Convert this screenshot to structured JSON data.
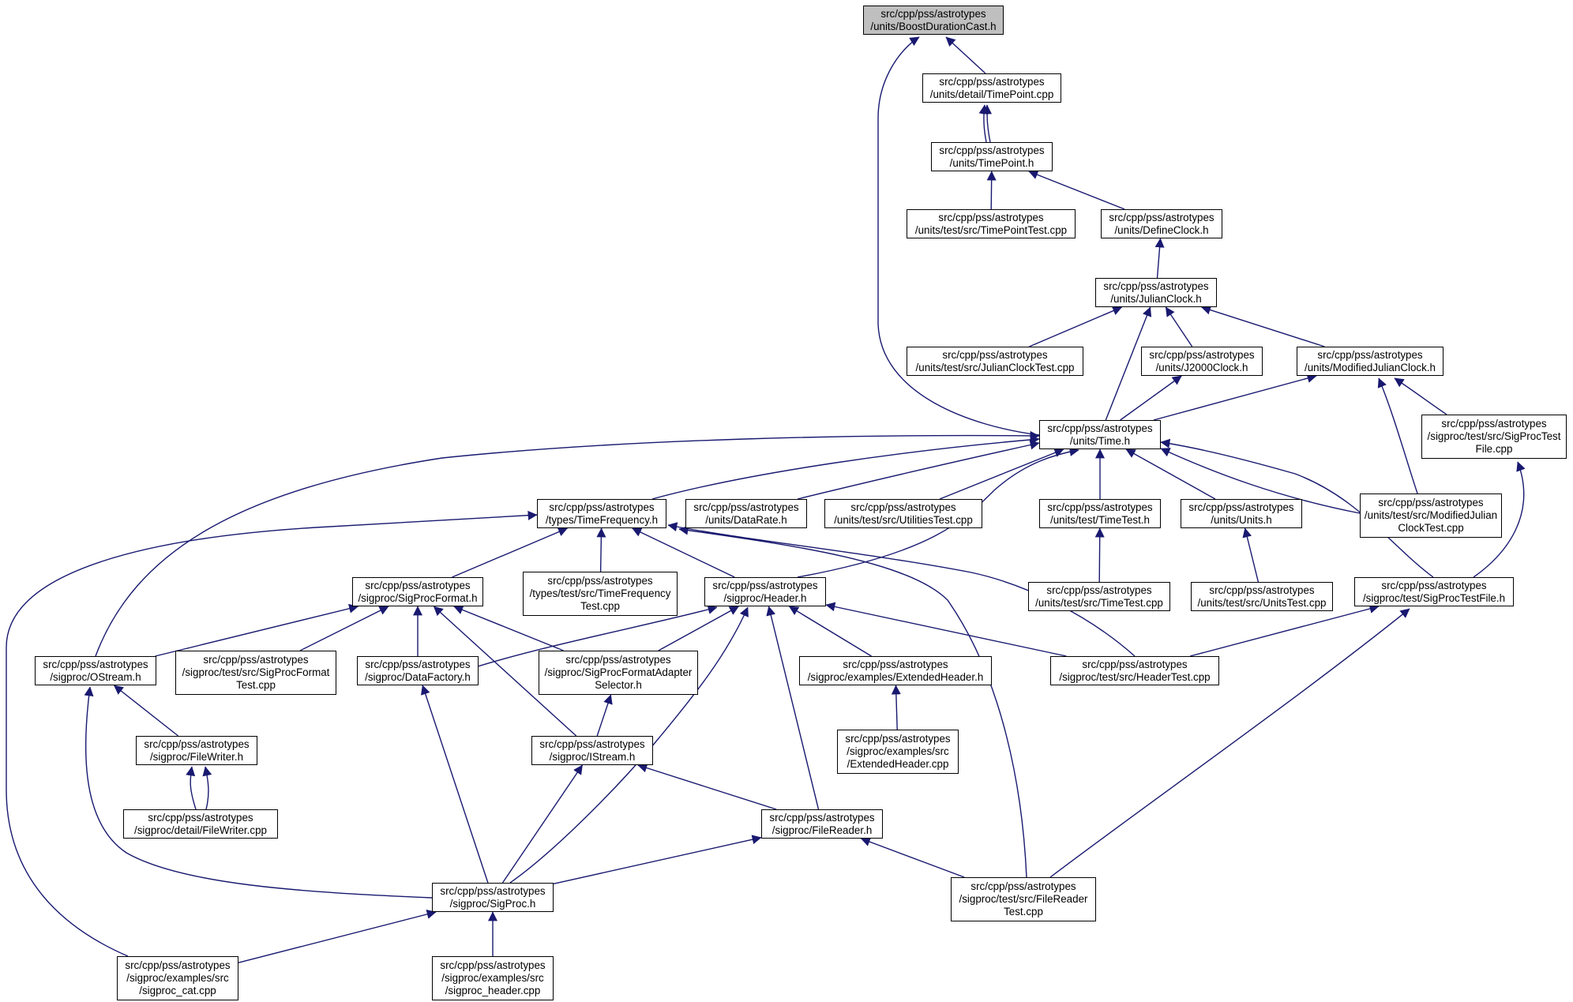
{
  "diagram": {
    "edge_color": "#191970",
    "root_fill": "#bfbfbf",
    "nodes": [
      {
        "id": "BoostDurationCast_h",
        "lines": [
          "src/cpp/pss/astrotypes",
          "/units/BoostDurationCast.h"
        ]
      },
      {
        "id": "TimePoint_cpp",
        "lines": [
          "src/cpp/pss/astrotypes",
          "/units/detail/TimePoint.cpp"
        ]
      },
      {
        "id": "TimePoint_h",
        "lines": [
          "src/cpp/pss/astrotypes",
          "/units/TimePoint.h"
        ]
      },
      {
        "id": "TimePointTest_cpp",
        "lines": [
          "src/cpp/pss/astrotypes",
          "/units/test/src/TimePointTest.cpp"
        ]
      },
      {
        "id": "DefineClock_h",
        "lines": [
          "src/cpp/pss/astrotypes",
          "/units/DefineClock.h"
        ]
      },
      {
        "id": "JulianClock_h",
        "lines": [
          "src/cpp/pss/astrotypes",
          "/units/JulianClock.h"
        ]
      },
      {
        "id": "JulianClockTest_cpp",
        "lines": [
          "src/cpp/pss/astrotypes",
          "/units/test/src/JulianClockTest.cpp"
        ]
      },
      {
        "id": "J2000Clock_h",
        "lines": [
          "src/cpp/pss/astrotypes",
          "/units/J2000Clock.h"
        ]
      },
      {
        "id": "ModifiedJulianClock_h",
        "lines": [
          "src/cpp/pss/astrotypes",
          "/units/ModifiedJulianClock.h"
        ]
      },
      {
        "id": "SigProcTestFile_cpp",
        "lines": [
          "src/cpp/pss/astrotypes",
          "/sigproc/test/src/SigProcTest",
          "File.cpp"
        ]
      },
      {
        "id": "Time_h",
        "lines": [
          "src/cpp/pss/astrotypes",
          "/units/Time.h"
        ]
      },
      {
        "id": "TimeFrequency_h",
        "lines": [
          "src/cpp/pss/astrotypes",
          "/types/TimeFrequency.h"
        ]
      },
      {
        "id": "DataRate_h",
        "lines": [
          "src/cpp/pss/astrotypes",
          "/units/DataRate.h"
        ]
      },
      {
        "id": "UtilitiesTest_cpp",
        "lines": [
          "src/cpp/pss/astrotypes",
          "/units/test/src/UtilitiesTest.cpp"
        ]
      },
      {
        "id": "TimeTest_h",
        "lines": [
          "src/cpp/pss/astrotypes",
          "/units/test/TimeTest.h"
        ]
      },
      {
        "id": "Units_h",
        "lines": [
          "src/cpp/pss/astrotypes",
          "/units/Units.h"
        ]
      },
      {
        "id": "ModifiedJulianClockTest_cpp",
        "lines": [
          "src/cpp/pss/astrotypes",
          "/units/test/src/ModifiedJulian",
          "ClockTest.cpp"
        ]
      },
      {
        "id": "SigProcFormat_h",
        "lines": [
          "src/cpp/pss/astrotypes",
          "/sigproc/SigProcFormat.h"
        ]
      },
      {
        "id": "TimeFrequencyTest_cpp",
        "lines": [
          "src/cpp/pss/astrotypes",
          "/types/test/src/TimeFrequency",
          "Test.cpp"
        ]
      },
      {
        "id": "Header_h",
        "lines": [
          "src/cpp/pss/astrotypes",
          "/sigproc/Header.h"
        ]
      },
      {
        "id": "TimeTest_cpp",
        "lines": [
          "src/cpp/pss/astrotypes",
          "/units/test/src/TimeTest.cpp"
        ]
      },
      {
        "id": "UnitsTest_cpp",
        "lines": [
          "src/cpp/pss/astrotypes",
          "/units/test/src/UnitsTest.cpp"
        ]
      },
      {
        "id": "SigProcTestFile_h",
        "lines": [
          "src/cpp/pss/astrotypes",
          "/sigproc/test/SigProcTestFile.h"
        ]
      },
      {
        "id": "OStream_h",
        "lines": [
          "src/cpp/pss/astrotypes",
          "/sigproc/OStream.h"
        ]
      },
      {
        "id": "SigProcFormatTest_cpp",
        "lines": [
          "src/cpp/pss/astrotypes",
          "/sigproc/test/src/SigProcFormat",
          "Test.cpp"
        ]
      },
      {
        "id": "DataFactory_h",
        "lines": [
          "src/cpp/pss/astrotypes",
          "/sigproc/DataFactory.h"
        ]
      },
      {
        "id": "SigProcFormatAdapterSelector_h",
        "lines": [
          "src/cpp/pss/astrotypes",
          "/sigproc/SigProcFormatAdapter",
          "Selector.h"
        ]
      },
      {
        "id": "ExtendedHeader_h",
        "lines": [
          "src/cpp/pss/astrotypes",
          "/sigproc/examples/ExtendedHeader.h"
        ]
      },
      {
        "id": "HeaderTest_cpp",
        "lines": [
          "src/cpp/pss/astrotypes",
          "/sigproc/test/src/HeaderTest.cpp"
        ]
      },
      {
        "id": "FileWriter_h",
        "lines": [
          "src/cpp/pss/astrotypes",
          "/sigproc/FileWriter.h"
        ]
      },
      {
        "id": "IStream_h",
        "lines": [
          "src/cpp/pss/astrotypes",
          "/sigproc/IStream.h"
        ]
      },
      {
        "id": "ExtendedHeader_cpp",
        "lines": [
          "src/cpp/pss/astrotypes",
          "/sigproc/examples/src",
          "/ExtendedHeader.cpp"
        ]
      },
      {
        "id": "FileWriter_cpp",
        "lines": [
          "src/cpp/pss/astrotypes",
          "/sigproc/detail/FileWriter.cpp"
        ]
      },
      {
        "id": "FileReader_h",
        "lines": [
          "src/cpp/pss/astrotypes",
          "/sigproc/FileReader.h"
        ]
      },
      {
        "id": "SigProc_h",
        "lines": [
          "src/cpp/pss/astrotypes",
          "/sigproc/SigProc.h"
        ]
      },
      {
        "id": "FileReaderTest_cpp",
        "lines": [
          "src/cpp/pss/astrotypes",
          "/sigproc/test/src/FileReader",
          "Test.cpp"
        ]
      },
      {
        "id": "sigproc_cat_cpp",
        "lines": [
          "src/cpp/pss/astrotypes",
          "/sigproc/examples/src",
          "/sigproc_cat.cpp"
        ]
      },
      {
        "id": "sigproc_header_cpp",
        "lines": [
          "src/cpp/pss/astrotypes",
          "/sigproc/examples/src",
          "/sigproc_header.cpp"
        ]
      }
    ],
    "edges": [
      [
        "BoostDurationCast_h",
        "TimePoint_cpp"
      ],
      [
        "BoostDurationCast_h",
        "Time_h"
      ],
      [
        "TimePoint_cpp",
        "TimePoint_h"
      ],
      [
        "TimePoint_h",
        "TimePoint_cpp"
      ],
      [
        "TimePoint_h",
        "TimePointTest_cpp"
      ],
      [
        "TimePoint_h",
        "DefineClock_h"
      ],
      [
        "DefineClock_h",
        "JulianClock_h"
      ],
      [
        "JulianClock_h",
        "JulianClockTest_cpp"
      ],
      [
        "JulianClock_h",
        "J2000Clock_h"
      ],
      [
        "JulianClock_h",
        "ModifiedJulianClock_h"
      ],
      [
        "JulianClock_h",
        "Time_h"
      ],
      [
        "J2000Clock_h",
        "Time_h"
      ],
      [
        "ModifiedJulianClock_h",
        "Time_h"
      ],
      [
        "ModifiedJulianClock_h",
        "SigProcTestFile_cpp"
      ],
      [
        "ModifiedJulianClock_h",
        "ModifiedJulianClockTest_cpp"
      ],
      [
        "SigProcTestFile_cpp",
        "SigProcTestFile_h"
      ],
      [
        "Time_h",
        "TimeFrequency_h"
      ],
      [
        "Time_h",
        "DataRate_h"
      ],
      [
        "Time_h",
        "UtilitiesTest_cpp"
      ],
      [
        "Time_h",
        "TimeTest_h"
      ],
      [
        "Time_h",
        "Units_h"
      ],
      [
        "Time_h",
        "ModifiedJulianClockTest_cpp"
      ],
      [
        "Time_h",
        "SigProcTestFile_h"
      ],
      [
        "Time_h",
        "Header_h"
      ],
      [
        "Time_h",
        "OStream_h"
      ],
      [
        "TimeTest_h",
        "TimeTest_cpp"
      ],
      [
        "Units_h",
        "UnitsTest_cpp"
      ],
      [
        "TimeFrequency_h",
        "SigProcFormat_h"
      ],
      [
        "TimeFrequency_h",
        "TimeFrequencyTest_cpp"
      ],
      [
        "TimeFrequency_h",
        "Header_h"
      ],
      [
        "TimeFrequency_h",
        "HeaderTest_cpp"
      ],
      [
        "TimeFrequency_h",
        "FileReaderTest_cpp"
      ],
      [
        "TimeFrequency_h",
        "sigproc_cat_cpp"
      ],
      [
        "SigProcFormat_h",
        "OStream_h"
      ],
      [
        "SigProcFormat_h",
        "SigProcFormatTest_cpp"
      ],
      [
        "SigProcFormat_h",
        "DataFactory_h"
      ],
      [
        "SigProcFormat_h",
        "SigProcFormatAdapterSelector_h"
      ],
      [
        "SigProcFormat_h",
        "IStream_h"
      ],
      [
        "Header_h",
        "DataFactory_h"
      ],
      [
        "Header_h",
        "SigProcFormatAdapterSelector_h"
      ],
      [
        "Header_h",
        "ExtendedHeader_h"
      ],
      [
        "Header_h",
        "HeaderTest_cpp"
      ],
      [
        "Header_h",
        "SigProc_h"
      ],
      [
        "Header_h",
        "FileReader_h"
      ],
      [
        "SigProcTestFile_h",
        "HeaderTest_cpp"
      ],
      [
        "SigProcTestFile_h",
        "FileReaderTest_cpp"
      ],
      [
        "OStream_h",
        "FileWriter_h"
      ],
      [
        "OStream_h",
        "SigProc_h"
      ],
      [
        "FileWriter_h",
        "FileWriter_cpp"
      ],
      [
        "FileWriter_cpp",
        "FileWriter_h"
      ],
      [
        "SigProcFormatAdapterSelector_h",
        "IStream_h"
      ],
      [
        "ExtendedHeader_h",
        "ExtendedHeader_cpp"
      ],
      [
        "DataFactory_h",
        "SigProc_h"
      ],
      [
        "IStream_h",
        "SigProc_h"
      ],
      [
        "IStream_h",
        "FileReader_h"
      ],
      [
        "FileReader_h",
        "SigProc_h"
      ],
      [
        "FileReader_h",
        "FileReaderTest_cpp"
      ],
      [
        "SigProc_h",
        "sigproc_cat_cpp"
      ],
      [
        "SigProc_h",
        "sigproc_header_cpp"
      ]
    ]
  }
}
